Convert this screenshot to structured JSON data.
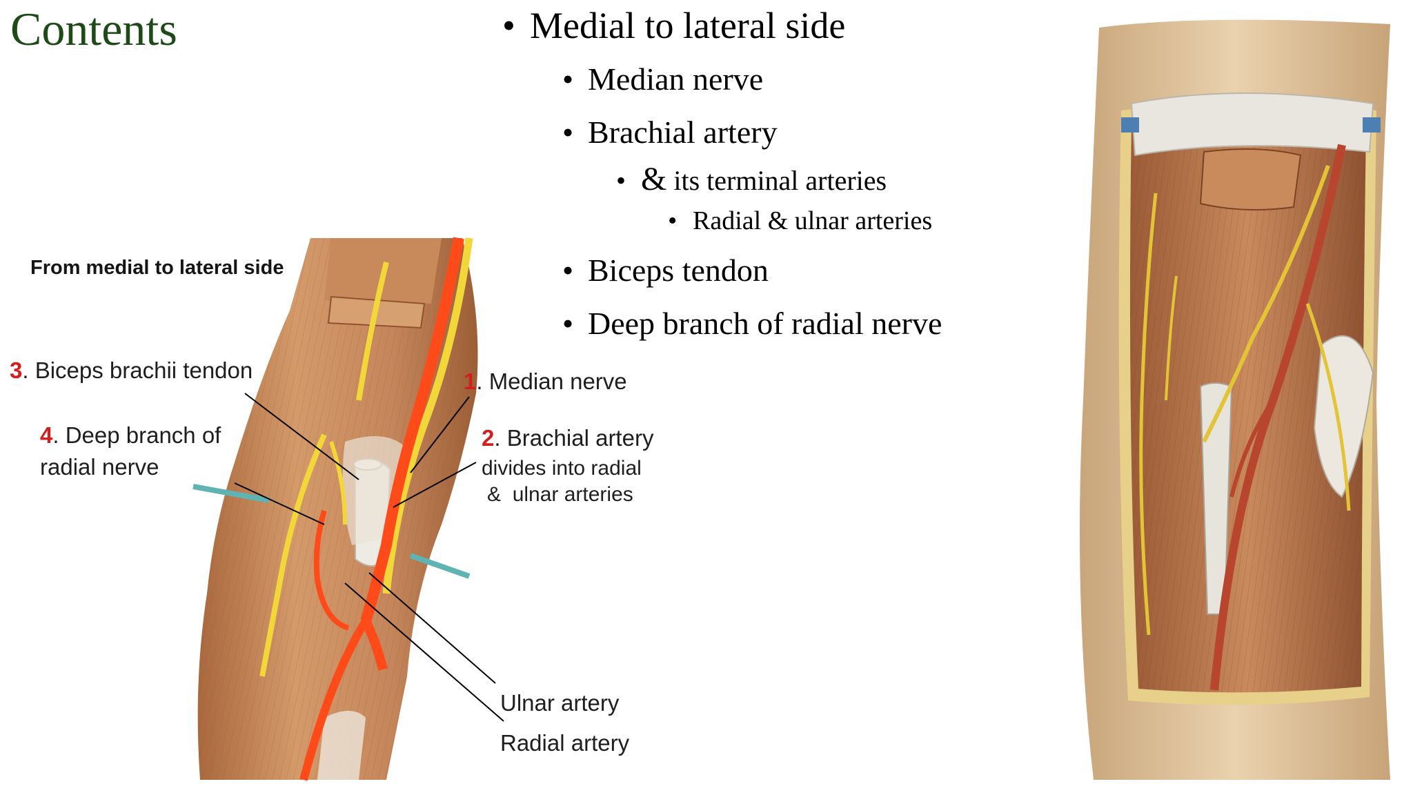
{
  "slide": {
    "title": "Contents"
  },
  "bullets": [
    {
      "level": 1,
      "marker": "•",
      "text": "Medial to lateral side"
    },
    {
      "level": 2,
      "marker": "•",
      "text": "Median nerve"
    },
    {
      "level": 2,
      "marker": "•",
      "text": "Brachial artery"
    },
    {
      "level": 3,
      "marker": "•",
      "amp": "&",
      "text": " its terminal arteries"
    },
    {
      "level": 4,
      "marker": "•",
      "text": "Radial & ulnar arteries"
    },
    {
      "level": 2,
      "marker": "•",
      "text": "Biceps tendon"
    },
    {
      "level": 2,
      "marker": "•",
      "text": "Deep branch of radial nerve"
    }
  ],
  "left_figure": {
    "heading": "From medial to lateral side",
    "labels": {
      "median": {
        "num": "1",
        "text": ". Median nerve"
      },
      "brachial": {
        "num": "2",
        "text": ". Brachial artery"
      },
      "brachial_line2": "divides into radial",
      "brachial_line3_amp": "&",
      "brachial_line3": "ulnar arteries",
      "biceps": {
        "num": "3",
        "text": ". Biceps brachii tendon"
      },
      "deep": {
        "num": "4",
        "text": ". Deep branch of"
      },
      "deep_line2": "radial nerve",
      "ulnar": "Ulnar artery",
      "radial": "Radial artery"
    }
  },
  "colors": {
    "title": "#1d4a17",
    "label_number": "#d21e1e",
    "muscle": "#c98a5c",
    "muscle_dark": "#a86a40",
    "artery": "#ff4a1a",
    "nerve": "#f2d73a",
    "tendon": "#e8e4dc",
    "skin": "#e0c39b"
  }
}
